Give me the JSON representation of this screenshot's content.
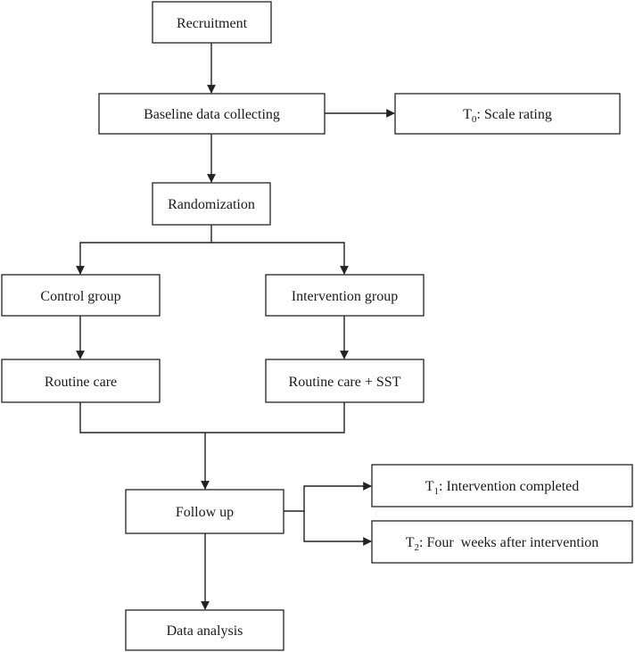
{
  "flowchart": {
    "nodes": {
      "recruitment": "Recruitment",
      "baseline": "Baseline data collecting",
      "t0": {
        "prefix": "T",
        "sub": "0",
        "text": ": Scale rating"
      },
      "randomization": "Randomization",
      "control": "Control group",
      "intervention": "Intervention group",
      "routine_care": "Routine care",
      "routine_care_sst": "Routine care + SST",
      "follow_up": "Follow up",
      "t1": {
        "prefix": "T",
        "sub": "1",
        "text": ": Intervention completed"
      },
      "t2": {
        "prefix": "T",
        "sub": "2",
        "text": ": Four  weeks after intervention"
      },
      "data_analysis": "Data analysis"
    },
    "edges": [
      [
        "recruitment",
        "baseline"
      ],
      [
        "baseline",
        "t0"
      ],
      [
        "baseline",
        "randomization"
      ],
      [
        "randomization",
        "control"
      ],
      [
        "randomization",
        "intervention"
      ],
      [
        "control",
        "routine_care"
      ],
      [
        "intervention",
        "routine_care_sst"
      ],
      [
        "routine_care",
        "follow_up"
      ],
      [
        "routine_care_sst",
        "follow_up"
      ],
      [
        "follow_up",
        "t1"
      ],
      [
        "follow_up",
        "t2"
      ],
      [
        "follow_up",
        "data_analysis"
      ]
    ]
  }
}
